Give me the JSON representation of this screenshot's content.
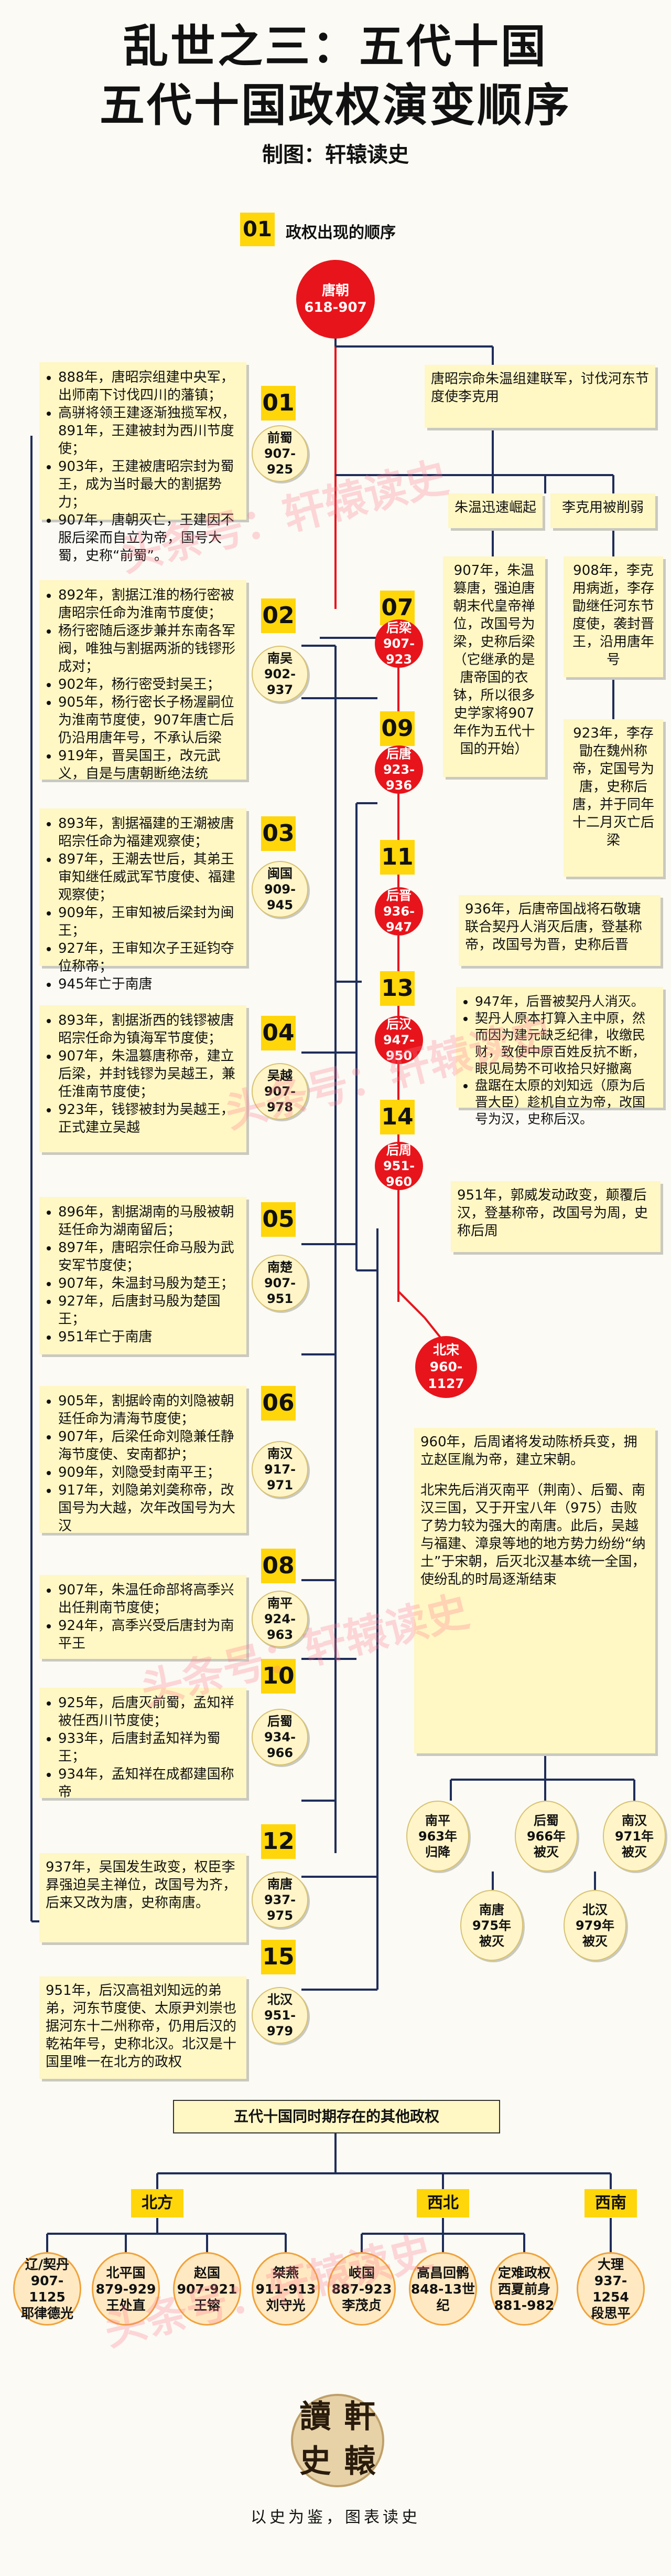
{
  "title_line1": "乱世之三：五代十国",
  "title_line2": "五代十国政权演变顺序",
  "credit": "制图：轩辕读史",
  "intro_num": "01",
  "intro_label": "政权出现的顺序",
  "tang": {
    "name": "唐朝",
    "years": "618-907"
  },
  "tang_note": "唐昭宗命朱温组建联军，讨伐河东节度使李克用",
  "branch_left": "朱温迅速崛起",
  "branch_right": "李克用被削弱",
  "zhuwen_note": "907年，朱温篡唐，强迫唐朝末代皇帝禅位，改国号为梁，史称后梁（它继承的是唐帝国的衣钵，所以很多史学家将907年作为五代十国的开始）",
  "li_note1": "908年，李克用病逝，李存勖继任河东节度使，袭封晋王，沿用唐年号",
  "li_note2": "923年，李存勖在魏州称帝，定国号为唐，史称后唐，并于同年十二月灭亡后梁",
  "five": [
    {
      "num": "07",
      "name": "后梁",
      "years": "907-923"
    },
    {
      "num": "09",
      "name": "后唐",
      "years": "923-936"
    },
    {
      "num": "11",
      "name": "后晋",
      "years": "936-947"
    },
    {
      "num": "13",
      "name": "后汉",
      "years": "947-950"
    },
    {
      "num": "14",
      "name": "后周",
      "years": "951-960"
    }
  ],
  "song": {
    "name": "北宋",
    "years": "960-1127"
  },
  "houjin_note": "936年，后唐帝国战将石敬瑭联合契丹人消灭后唐，登基称帝，改国号为晋，史称后晋",
  "houhan_note": [
    "947年，后晋被契丹人消灭。",
    "契丹人原本打算入主中原，然而因为建元缺乏纪律，收缴民财，致使中原百姓反抗不断，眼见局势不可收拾只好撤离",
    "盘踞在太原的刘知远（原为后晋大臣）趁机自立为帝，改国号为汉，史称后汉。"
  ],
  "houzhou_note": "951年，郭威发动政变，颠覆后汉，登基称帝，改国号为周，史称后周",
  "song_note1": "960年，后周诸将发动陈桥兵变，拥立赵匡胤为帝，建立宋朝。",
  "song_note2": "北宋先后消灭南平（荆南）、后蜀、南汉三国，又于开宝八年（975）击败了势力较为强大的南唐。此后，吴越与福建、漳泉等地的地方势力纷纷“纳土”于宋朝，后灭北汉基本统一全国，使纷乱的时局逐渐结束",
  "ten": [
    {
      "num": "01",
      "name": "前蜀",
      "years": "907-925",
      "notes": [
        "888年，唐昭宗组建中央军，出师南下讨伐四川的藩镇；",
        "高骈将领王建逐渐独揽军权，891年，王建被封为西川节度使；",
        "903年，王建被唐昭宗封为蜀王，成为当时最大的割据势力；",
        "907年，唐朝灭亡，王建因不服后梁而自立为帝，国号大蜀，史称“前蜀”。"
      ]
    },
    {
      "num": "02",
      "name": "南吴",
      "years": "902-937",
      "notes": [
        "892年，割据江淮的杨行密被唐昭宗任命为淮南节度使；",
        "杨行密随后逐步兼并东南各军阀，唯独与割据两浙的钱镠形成对；",
        "902年，杨行密受封吴王；",
        "905年，杨行密长子杨渥嗣位为淮南节度使，907年唐亡后仍沿用唐年号，不承认后梁",
        "919年，晋吴国王，改元武义，自是与唐朝断绝法统"
      ]
    },
    {
      "num": "03",
      "name": "闽国",
      "years": "909-945",
      "notes": [
        "893年，割据福建的王潮被唐昭宗任命为福建观察使；",
        "897年，王潮去世后，其弟王审知继任威武军节度使、福建观察使；",
        "909年，王审知被后梁封为闽王；",
        "927年，王审知次子王延钧夺位称帝；",
        "945年亡于南唐"
      ]
    },
    {
      "num": "04",
      "name": "吴越",
      "years": "907-978",
      "notes": [
        "893年，割据浙西的钱镠被唐昭宗任命为镇海军节度使；",
        "907年，朱温篡唐称帝，建立后梁，并封钱镠为吴越王，兼任淮南节度使；",
        "923年，钱镠被封为吴越王，正式建立吴越"
      ]
    },
    {
      "num": "05",
      "name": "南楚",
      "years": "907-951",
      "notes": [
        "896年，割据湖南的马殷被朝廷任命为湖南留后；",
        "897年，唐昭宗任命马殷为武安军节度使；",
        "907年，朱温封马殷为楚王；",
        "927年，后唐封马殷为楚国王；",
        "951年亡于南唐"
      ]
    },
    {
      "num": "06",
      "name": "南汉",
      "years": "917-971",
      "notes": [
        "905年，割据岭南的刘隐被朝廷任命为清海节度使；",
        "907年，后梁任命刘隐兼任静海节度使、安南都护；",
        "909年，刘隐受封南平王；",
        "917年，刘隐弟刘䶮称帝，改国号为大越，次年改国号为大汉"
      ]
    },
    {
      "num": "08",
      "name": "南平",
      "years": "924-963",
      "notes": [
        "907年，朱温任命部将高季兴出任荆南节度使；",
        "924年，高季兴受后唐封为南平王"
      ]
    },
    {
      "num": "10",
      "name": "后蜀",
      "years": "934-966",
      "notes": [
        "925年，后唐灭前蜀，孟知祥被任西川节度使；",
        "933年，后唐封孟知祥为蜀王；",
        "934年，孟知祥在成都建国称帝"
      ]
    },
    {
      "num": "12",
      "name": "南唐",
      "years": "937-975",
      "notes": [
        "937年，吴国发生政变，权臣李昪强迫吴主禅位，改国号为齐，后来又改为唐，史称南唐。"
      ]
    },
    {
      "num": "15",
      "name": "北汉",
      "years": "951-979",
      "notes": [
        "951年，后汉高祖刘知远的弟弟，河东节度使、太原尹刘崇也据河东十二州称帝，仍用后汉的乾祐年号，史称北汉。北汉是十国里唯一在北方的政权"
      ]
    }
  ],
  "fates": [
    {
      "name": "南平",
      "detail": "963年",
      "end": "归降"
    },
    {
      "name": "后蜀",
      "detail": "966年",
      "end": "被灭"
    },
    {
      "name": "南汉",
      "detail": "971年",
      "end": "被灭"
    },
    {
      "name": "南唐",
      "detail": "975年",
      "end": "被灭"
    },
    {
      "name": "北汉",
      "detail": "979年",
      "end": "被灭"
    }
  ],
  "others_title": "五代十国同时期存在的其他政权",
  "regions": [
    {
      "name": "北方",
      "items": [
        {
          "name": "辽/契丹",
          "years": "907-1125",
          "ruler": "耶律德光"
        },
        {
          "name": "北平国",
          "years": "879-929",
          "ruler": "王处直"
        },
        {
          "name": "赵国",
          "years": "907-921",
          "ruler": "王镕"
        },
        {
          "name": "桀燕",
          "years": "911-913",
          "ruler": "刘守光"
        }
      ]
    },
    {
      "name": "西北",
      "items": [
        {
          "name": "岐国",
          "years": "887-923",
          "ruler": "李茂贞"
        },
        {
          "name": "高昌回鹘",
          "years": "848-13世纪",
          "ruler": ""
        },
        {
          "name": "定难政权",
          "years": "西夏前身",
          "ruler": "881-982"
        }
      ]
    },
    {
      "name": "西南",
      "items": [
        {
          "name": "大理",
          "years": "937-1254",
          "ruler": "段思平"
        }
      ]
    }
  ],
  "logo_chars": [
    "讀",
    "軒",
    "史",
    "轅"
  ],
  "motto": "以史为鉴，图表读史",
  "watermark": "头条号：轩辕读史",
  "colors": {
    "red": "#e8141b",
    "yellow": "#ffd60a",
    "navy": "#1f2d5a",
    "orange": "#f0a23a"
  }
}
